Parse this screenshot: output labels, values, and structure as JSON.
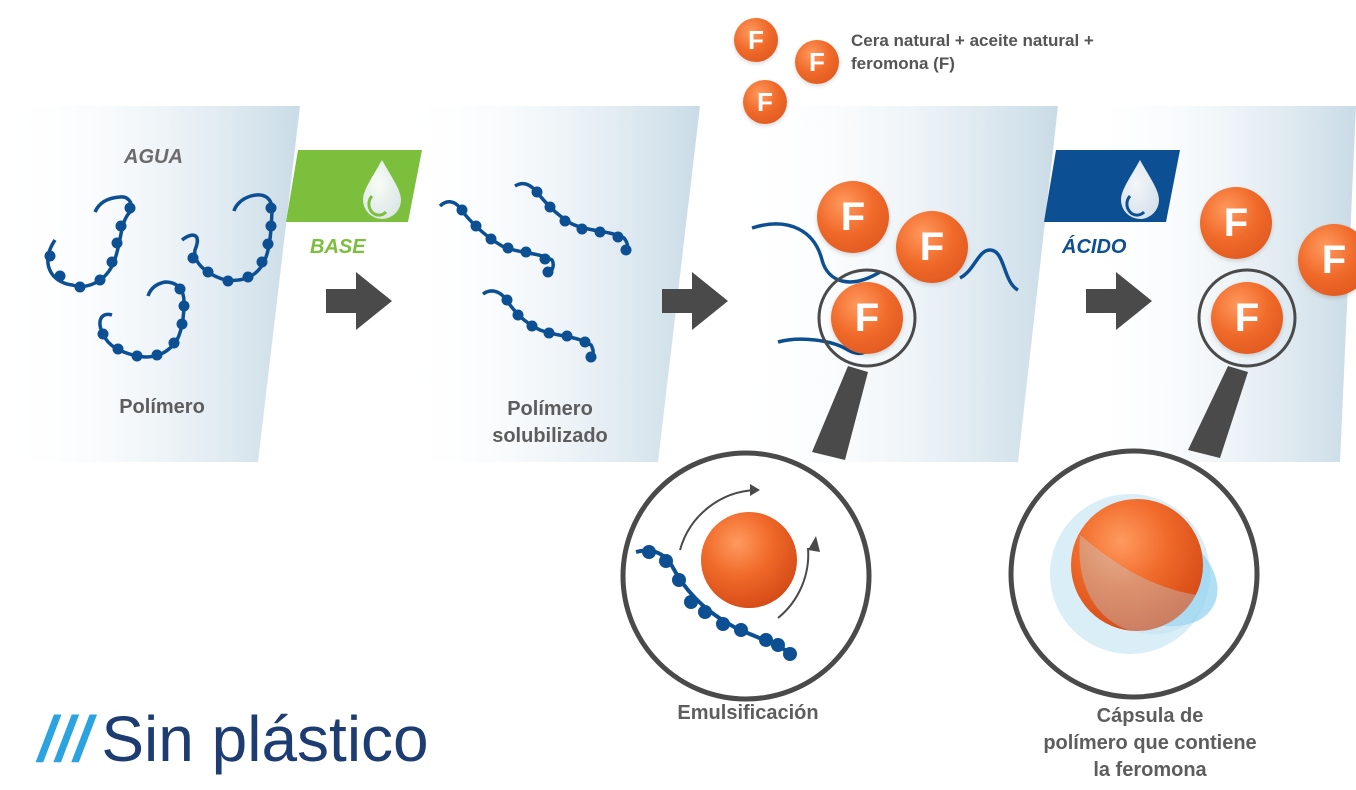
{
  "diagram": {
    "water_label": "AGUA",
    "base_label": "BASE",
    "acid_label": "ÁCIDO",
    "polymer_label": "Polímero",
    "solubilized_line1": "Polímero",
    "solubilized_line2": "solubilizado",
    "ingredients_line1": "Cera natural + aceite natural +",
    "ingredients_line2": "feromona (F)",
    "emulsification_label": "Emulsificación",
    "capsule_line1": "Cápsula de",
    "capsule_line2": "polímero que contiene",
    "capsule_line3": "la feromona",
    "pheromone_symbol": "F",
    "tagline_slashes": "///",
    "tagline_text": "Sin plástico"
  },
  "colors": {
    "polymer": "#0d4f93",
    "base": "#7bbf3c",
    "acid": "#0d4f93",
    "pheromone": "#f06a2a",
    "arrow": "#4a4a4a",
    "text": "#5d5d5d",
    "tagline": "#1d3c72",
    "tagline_slashes": "#2aa3e0"
  }
}
